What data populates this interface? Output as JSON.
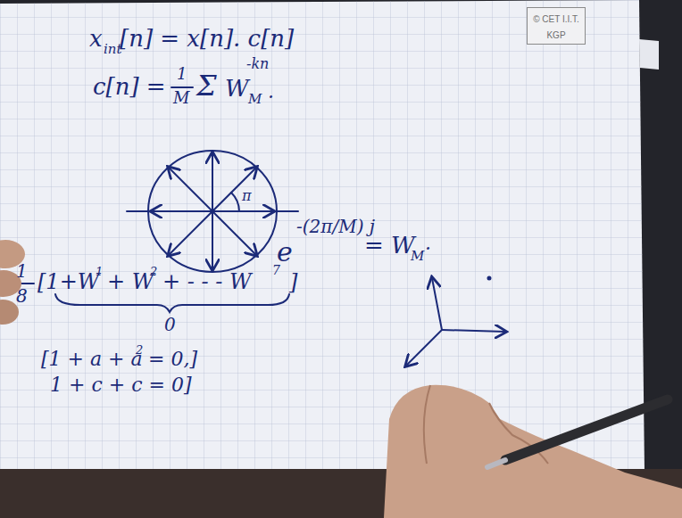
{
  "diagram": {
    "nodes": [
      {
        "text": [
          "© CET I.I.T. KGP"
        ]
      }
    ],
    "labels": [
      "x",
      "int",
      "[n] = x[n]. c[n]",
      "c[n] =",
      "1",
      "M",
      "Σ",
      "W",
      "M",
      "-kn",
      ".",
      "π",
      "e",
      "-(2π/M) j",
      "= W",
      "M",
      ".",
      "1",
      "8",
      "[1+W",
      "1",
      "+ W",
      "2",
      "+ - - - W",
      "7",
      "]",
      "0",
      "[1 + a + a",
      "2",
      "= 0,]",
      "1 + c + c = 0]"
    ]
  }
}
